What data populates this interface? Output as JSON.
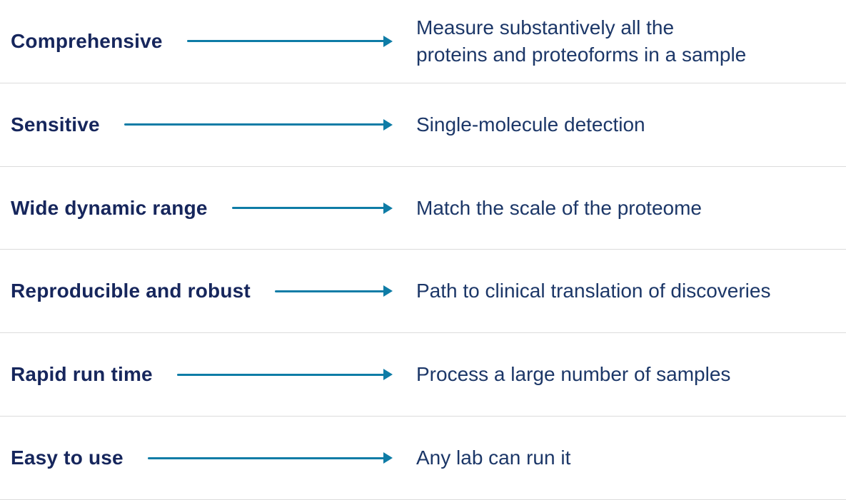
{
  "colors": {
    "label_text": "#16265c",
    "description_text": "#1c3768",
    "arrow": "#0e7ca6",
    "divider": "#dcdcdc",
    "background": "#ffffff"
  },
  "rows": [
    {
      "label": "Comprehensive",
      "description": "Measure substantively all the\nproteins and proteoforms in a sample"
    },
    {
      "label": "Sensitive",
      "description": "Single-molecule detection"
    },
    {
      "label": "Wide dynamic range",
      "description": "Match the scale of the proteome"
    },
    {
      "label": "Reproducible and robust",
      "description": "Path to clinical translation of discoveries"
    },
    {
      "label": "Rapid run time",
      "description": "Process a large number of samples"
    },
    {
      "label": "Easy to use",
      "description": "Any lab can run it"
    }
  ]
}
